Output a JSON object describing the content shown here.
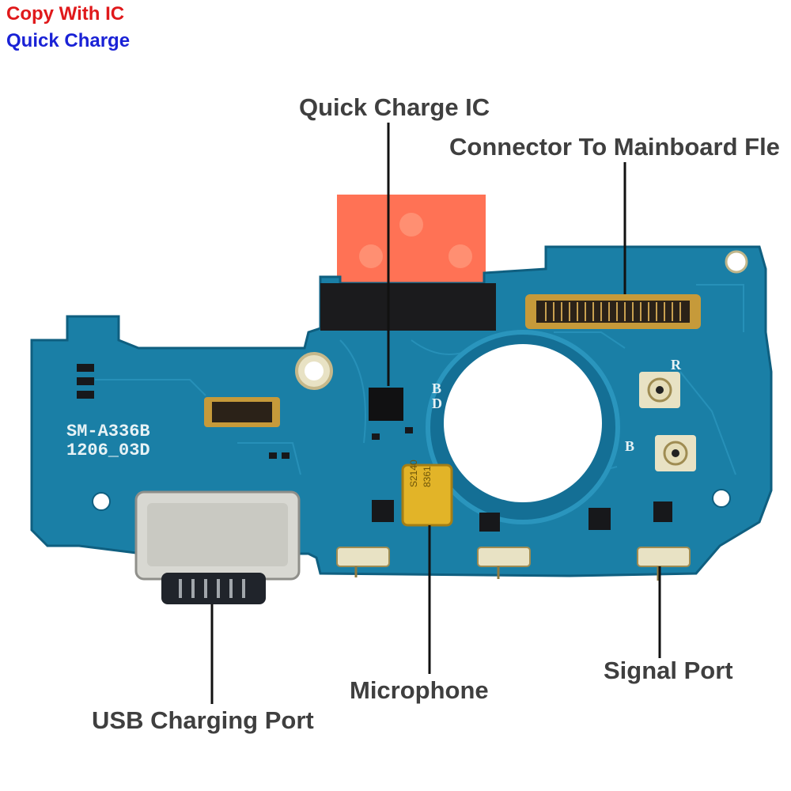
{
  "header": {
    "line1": "Copy With IC",
    "line2": "Quick Charge",
    "line1_color": "#e0191b",
    "line2_color": "#1a22d6"
  },
  "callouts": {
    "quick_charge_ic": "Quick Charge IC",
    "connector": "Connector To Mainboard Fle",
    "usb_port": "USB Charging Port",
    "microphone": "Microphone",
    "signal_port": "Signal Port"
  },
  "board_text": {
    "model": "SM-A336B",
    "code": "1206_03D",
    "mic_label1": "S2140",
    "mic_label2": "8361",
    "letters_bd_1": "B",
    "letters_bd_2": "D",
    "letter_r": "R",
    "letter_b": "B"
  },
  "colors": {
    "pcb": "#1a7fa6",
    "pcb_dark": "#136a8e",
    "tape": "#ff6b4a",
    "microphone": "#e2b428"
  }
}
